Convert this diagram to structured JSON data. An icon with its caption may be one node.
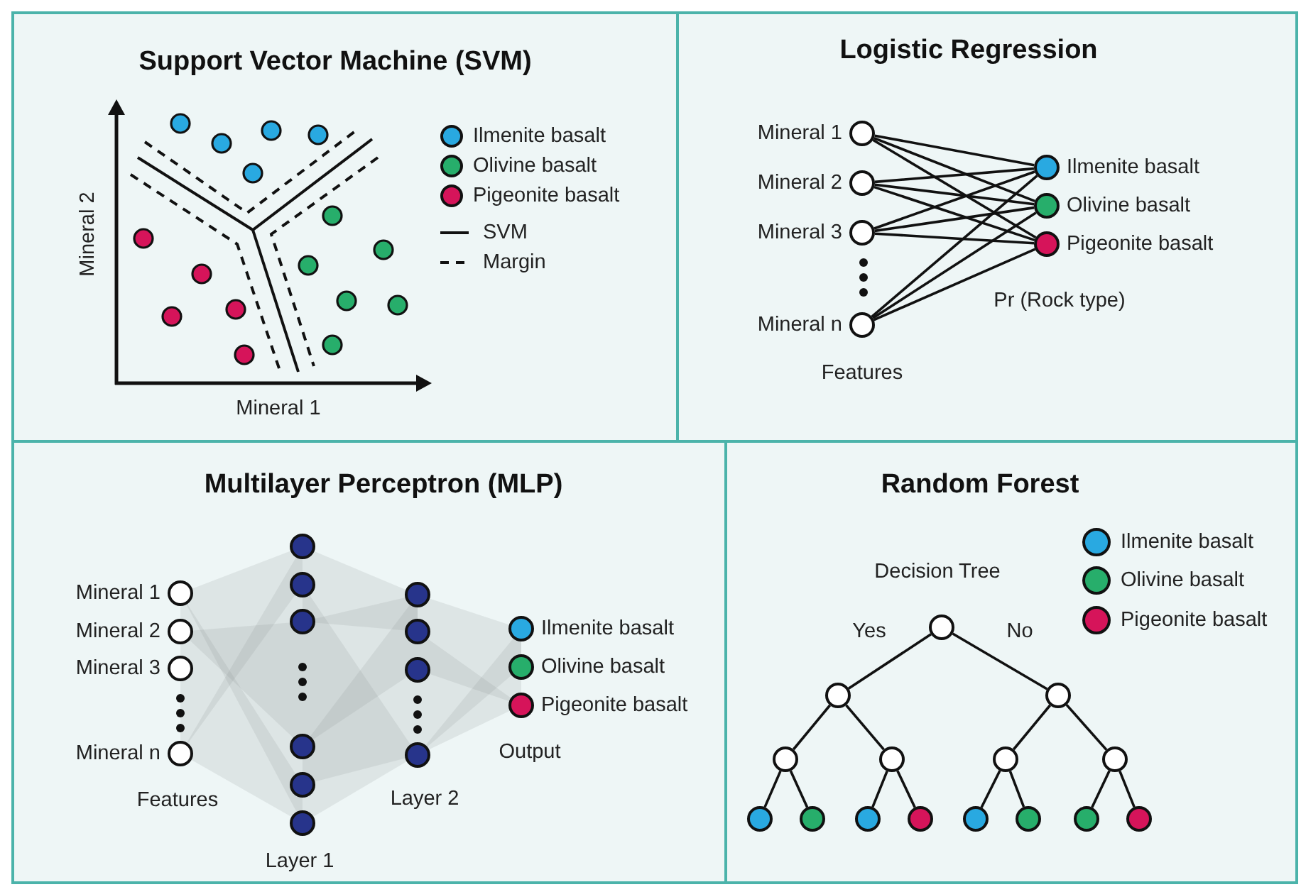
{
  "diagram": {
    "nodes": [
      {
        "text": [
          "Support Vector Machine (SVM)"
        ]
      },
      {
        "text": [
          "Logistic Regression"
        ]
      },
      {
        "text": [
          "Multilayer Perceptron (MLP)"
        ]
      },
      {
        "text": [
          "Random Forest"
        ]
      },
      {
        "text": [
          "Mineral 1"
        ],
        "in": 1
      },
      {
        "text": [
          "Mineral 2"
        ],
        "in": 1
      },
      {
        "text": [
          "Mineral 3"
        ],
        "in": 1
      },
      {
        "text": [
          "Mineral n"
        ],
        "in": 1
      },
      {
        "text": [
          "Ilmenite basalt"
        ],
        "in": 1
      },
      {
        "text": [
          "Olivine basalt"
        ],
        "in": 1
      },
      {
        "text": [
          "Pigeonite basalt"
        ],
        "in": 1
      },
      {
        "text": [
          "Mineral 1"
        ],
        "in": 2
      },
      {
        "text": [
          "Mineral 2"
        ],
        "in": 2
      },
      {
        "text": [
          "Mineral 3"
        ],
        "in": 2
      },
      {
        "text": [
          "Mineral n"
        ],
        "in": 2
      },
      {
        "text": [],
        "shape": "circle",
        "in": 2
      },
      {
        "text": [],
        "shape": "circle",
        "in": 2
      },
      {
        "text": [],
        "shape": "circle",
        "in": 2
      },
      {
        "text": [],
        "shape": "circle",
        "in": 2
      },
      {
        "text": [],
        "shape": "circle",
        "in": 2
      },
      {
        "text": [],
        "shape": "circle",
        "in": 2
      },
      {
        "text": [],
        "shape": "circle",
        "in": 2
      },
      {
        "text": [],
        "shape": "circle",
        "in": 2
      },
      {
        "text": [],
        "shape": "circle",
        "in": 2
      },
      {
        "text": [],
        "shape": "circle",
        "in": 2
      },
      {
        "text": [
          "Ilmenite basalt"
        ],
        "in": 2
      },
      {
        "text": [
          "Olivine basalt"
        ],
        "in": 2
      },
      {
        "text": [
          "Pigeonite basalt"
        ],
        "in": 2
      },
      {
        "text": [],
        "shape": "circle",
        "in": 3
      },
      {
        "text": [],
        "shape": "circle",
        "in": 3
      },
      {
        "text": [],
        "shape": "circle",
        "in": 3
      },
      {
        "text": [],
        "shape": "circle",
        "in": 3
      },
      {
        "text": [],
        "shape": "circle",
        "in": 3
      },
      {
        "text": [],
        "shape": "circle",
        "in": 3
      },
      {
        "text": [],
        "shape": "circle",
        "in": 3
      },
      {
        "text": [],
        "shape": "circle",
        "in": 3
      },
      {
        "text": [],
        "shape": "circle",
        "in": 3
      },
      {
        "text": [],
        "shape": "circle",
        "in": 3
      },
      {
        "text": [],
        "shape": "circle",
        "in": 3
      },
      {
        "text": [],
        "shape": "circle",
        "in": 3
      },
      {
        "text": [],
        "shape": "circle",
        "in": 3
      },
      {
        "text": [],
        "shape": "circle",
        "in": 3
      },
      {
        "text": [],
        "shape": "circle",
        "in": 3
      }
    ],
    "edges": [
      {
        "from": 4,
        "to": 8,
        "arrow": "none"
      },
      {
        "from": 4,
        "to": 9,
        "arrow": "none"
      },
      {
        "from": 4,
        "to": 10,
        "arrow": "none"
      },
      {
        "from": 5,
        "to": 8,
        "arrow": "none"
      },
      {
        "from": 5,
        "to": 9,
        "arrow": "none"
      },
      {
        "from": 5,
        "to": 10,
        "arrow": "none"
      },
      {
        "from": 6,
        "to": 8,
        "arrow": "none"
      },
      {
        "from": 6,
        "to": 9,
        "arrow": "none"
      },
      {
        "from": 6,
        "to": 10,
        "arrow": "none"
      },
      {
        "from": 7,
        "to": 8,
        "arrow": "none"
      },
      {
        "from": 7,
        "to": 9,
        "arrow": "none"
      },
      {
        "from": 7,
        "to": 10,
        "arrow": "none"
      },
      {
        "from": 28,
        "to": 29,
        "arrow": "none",
        "label": "Yes"
      },
      {
        "from": 28,
        "to": 30,
        "arrow": "none",
        "label": "No"
      },
      {
        "from": 29,
        "to": 31,
        "arrow": "none"
      },
      {
        "from": 29,
        "to": 32,
        "arrow": "none"
      },
      {
        "from": 30,
        "to": 33,
        "arrow": "none"
      },
      {
        "from": 30,
        "to": 34,
        "arrow": "none"
      },
      {
        "from": 31,
        "to": 35,
        "arrow": "none"
      },
      {
        "from": 31,
        "to": 36,
        "arrow": "none"
      },
      {
        "from": 32,
        "to": 37,
        "arrow": "none"
      },
      {
        "from": 32,
        "to": 38,
        "arrow": "none"
      },
      {
        "from": 33,
        "to": 39,
        "arrow": "none"
      },
      {
        "from": 33,
        "to": 40,
        "arrow": "none"
      },
      {
        "from": 34,
        "to": 41,
        "arrow": "none"
      },
      {
        "from": 34,
        "to": 42,
        "arrow": "none"
      }
    ],
    "labels": [
      "Mineral 2",
      "Mineral 1",
      "Features",
      "Pr (Rock type)",
      "Output",
      "Features",
      "Layer 2",
      "Layer 1",
      "Decision Tree"
    ],
    "legend": [
      {
        "text": "Ilmenite basalt",
        "color": "#29a9e1"
      },
      {
        "text": "Olivine basalt",
        "color": "#27ae6b"
      },
      {
        "text": "Pigeonite basalt",
        "color": "#d6145a"
      },
      {
        "text": "SVM"
      },
      {
        "text": "Margin"
      },
      {
        "text": "Ilmenite basalt",
        "color": "#29a9e1"
      },
      {
        "text": "Olivine basalt",
        "color": "#27ae6b"
      },
      {
        "text": "Pigeonite basalt",
        "color": "#d6145a"
      }
    ]
  }
}
